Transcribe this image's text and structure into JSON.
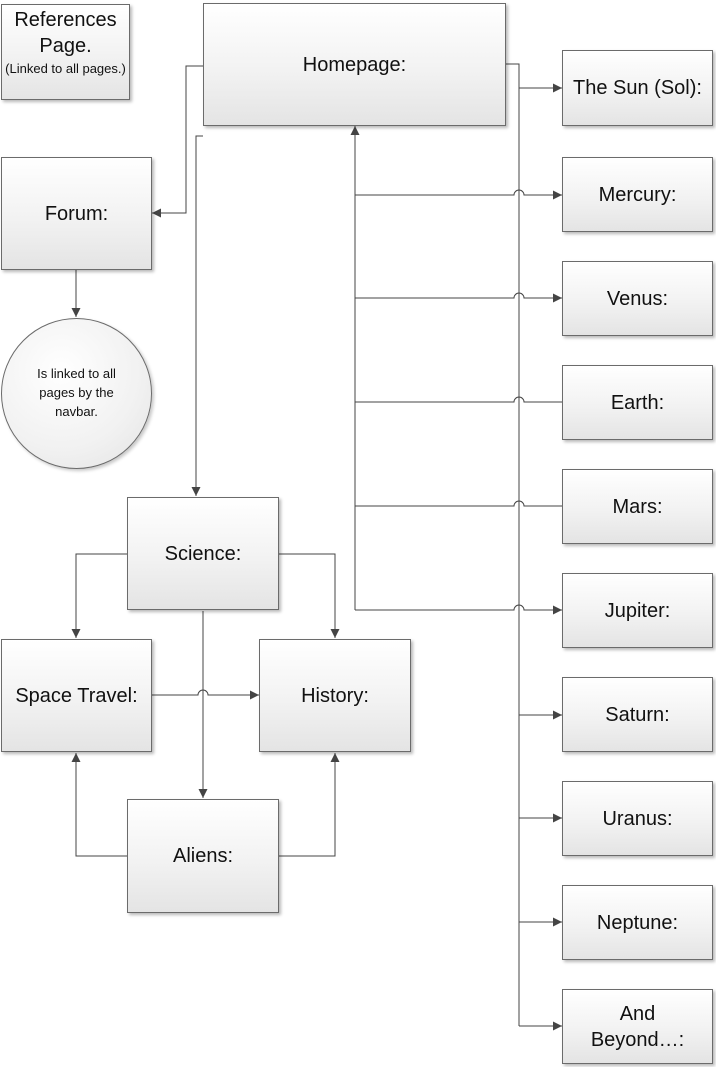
{
  "references": {
    "title": "References",
    "subtitle": "Page.",
    "note": "(Linked to all pages.)"
  },
  "homepage": "Homepage:",
  "forum": "Forum:",
  "forum_note": "Is linked to all pages by the navbar.",
  "science": "Science:",
  "space_travel": "Space Travel:",
  "history": "History:",
  "aliens": "Aliens:",
  "planets": [
    "The Sun (Sol):",
    "Mercury:",
    "Venus:",
    "Earth:",
    "Mars:",
    "Jupiter:",
    "Saturn:",
    "Uranus:",
    "Neptune:",
    "And Beyond…:"
  ]
}
